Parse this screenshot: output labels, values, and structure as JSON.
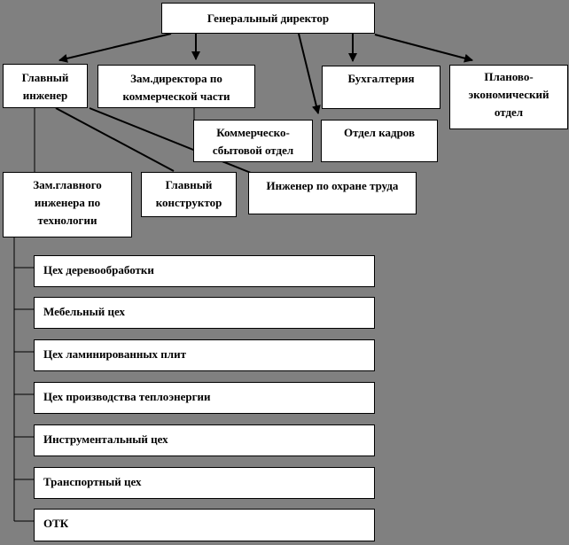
{
  "colors": {
    "background": "#808080",
    "node_fill": "#ffffff",
    "node_border": "#000000",
    "connector": "#000000",
    "text": "#000000"
  },
  "chart": {
    "type": "org-chart",
    "nodes": [
      {
        "id": "general-director",
        "lines": [
          "Генеральный директор"
        ]
      },
      {
        "id": "chief-engineer",
        "lines": [
          "Главный",
          "инженер"
        ]
      },
      {
        "id": "deputy-director-commercial",
        "lines": [
          "Зам.директора по",
          "коммерческой части"
        ]
      },
      {
        "id": "accounting",
        "lines": [
          "Бухгалтерия"
        ]
      },
      {
        "id": "planning-economic",
        "lines": [
          "Планово-",
          "экономический",
          "отдел"
        ]
      },
      {
        "id": "commercial-sales",
        "lines": [
          "Коммерческо-",
          "сбытовой отдел"
        ]
      },
      {
        "id": "hr-department",
        "lines": [
          "Отдел кадров"
        ]
      },
      {
        "id": "deputy-chief-engineer-technology",
        "lines": [
          "Зам.главного",
          "инженера по",
          "технологии"
        ]
      },
      {
        "id": "chief-designer",
        "lines": [
          "Главный",
          "конструктор"
        ]
      },
      {
        "id": "safety-engineer",
        "lines": [
          "Инженер по охране труда"
        ]
      },
      {
        "id": "workshop-woodworking",
        "lines": [
          "Цех деревообработки"
        ]
      },
      {
        "id": "workshop-furniture",
        "lines": [
          "Мебельный цех"
        ]
      },
      {
        "id": "workshop-laminated-boards",
        "lines": [
          "Цех ламинированных плит"
        ]
      },
      {
        "id": "workshop-heat-energy",
        "lines": [
          "Цех производства теплоэнергии"
        ]
      },
      {
        "id": "workshop-tools",
        "lines": [
          "Инструментальный цех"
        ]
      },
      {
        "id": "workshop-transport",
        "lines": [
          "Транспортный цех"
        ]
      },
      {
        "id": "workshop-otk",
        "lines": [
          "ОТК"
        ]
      }
    ],
    "edges": {
      "arrows": [
        {
          "from": "general-director",
          "to": "chief-engineer"
        },
        {
          "from": "general-director",
          "to": "deputy-director-commercial"
        },
        {
          "from": "general-director",
          "to": "hr-department"
        },
        {
          "from": "general-director",
          "to": "accounting"
        },
        {
          "from": "general-director",
          "to": "planning-economic"
        }
      ],
      "lines": [
        {
          "from": "chief-engineer",
          "to": "deputy-chief-engineer-technology"
        },
        {
          "from": "chief-engineer",
          "to": "chief-designer"
        },
        {
          "from": "chief-engineer",
          "to": "safety-engineer"
        },
        {
          "from": "deputy-director-commercial",
          "to": "commercial-sales"
        },
        {
          "from": "deputy-chief-engineer-technology",
          "to": "workshop-woodworking"
        },
        {
          "from": "deputy-chief-engineer-technology",
          "to": "workshop-furniture"
        },
        {
          "from": "deputy-chief-engineer-technology",
          "to": "workshop-laminated-boards"
        },
        {
          "from": "deputy-chief-engineer-technology",
          "to": "workshop-heat-energy"
        },
        {
          "from": "deputy-chief-engineer-technology",
          "to": "workshop-tools"
        },
        {
          "from": "deputy-chief-engineer-technology",
          "to": "workshop-transport"
        },
        {
          "from": "deputy-chief-engineer-technology",
          "to": "workshop-otk"
        }
      ]
    }
  }
}
